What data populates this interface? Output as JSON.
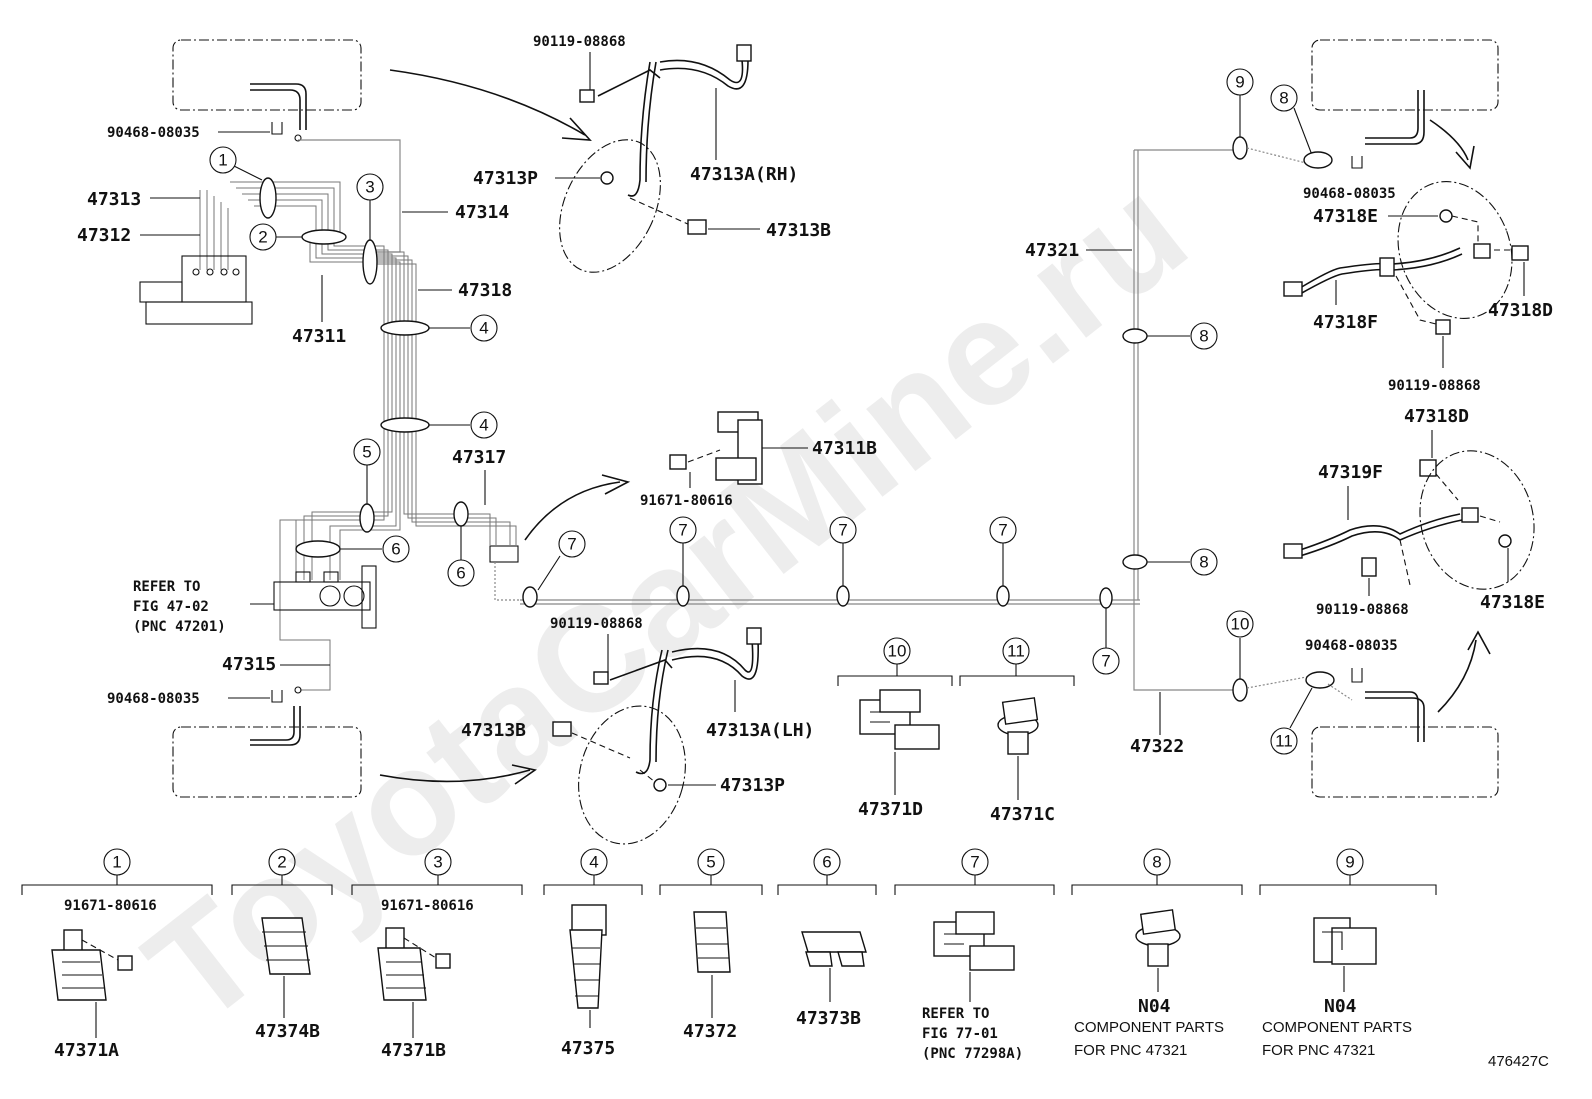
{
  "watermark": "ToyotaCarMine.ru",
  "figure_id": "476427C",
  "part_labels": {
    "p90119_08868_top": "90119-08868",
    "p90468_08035_left_top": "90468-08035",
    "p47313": "47313",
    "p47312": "47312",
    "p47314": "47314",
    "p47318": "47318",
    "p47311": "47311",
    "p47313P_top": "47313P",
    "p47313A_RH": "47313A(RH)",
    "p47313B_top": "47313B",
    "p47317": "47317",
    "p47311B": "47311B",
    "p91671_80616_mid": "91671-80616",
    "p47315": "47315",
    "p90468_08035_left_bottom": "90468-08035",
    "p90119_08868_bottom": "90119-08868",
    "p47313B_bottom": "47313B",
    "p47313A_LH": "47313A(LH)",
    "p47313P_bottom": "47313P",
    "p47371D": "47371D",
    "p47371C": "47371C",
    "p47321": "47321",
    "p47322": "47322",
    "p90468_08035_right_top": "90468-08035",
    "p47318E_top": "47318E",
    "p47318D_top": "47318D",
    "p47318F": "47318F",
    "p90119_08868_right_top": "90119-08868",
    "p47318D_mid": "47318D",
    "p47319F": "47319F",
    "p90119_08868_right_mid": "90119-08868",
    "p47318E_bottom": "47318E",
    "p90468_08035_right_bottom": "90468-08035"
  },
  "refer_left": [
    "REFER TO",
    "FIG 47-02",
    "(PNC 47201)"
  ],
  "callouts": {
    "c1": "1",
    "c2": "2",
    "c3": "3",
    "c4a": "4",
    "c4b": "4",
    "c5": "5",
    "c6": "6",
    "c7a": "7",
    "c7b": "7",
    "c7c": "7",
    "c7d": "7",
    "c7e": "7",
    "c8a": "8",
    "c8b": "8",
    "c8c": "8",
    "c9": "9",
    "c10a": "10",
    "c10b": "10",
    "c11a": "11",
    "c11b": "11"
  },
  "legend": [
    {
      "num": "1",
      "sub": "91671-80616",
      "part": "47371A"
    },
    {
      "num": "2",
      "sub": "",
      "part": "47374B"
    },
    {
      "num": "3",
      "sub": "91671-80616",
      "part": "47371B"
    },
    {
      "num": "4",
      "sub": "",
      "part": "47375"
    },
    {
      "num": "5",
      "sub": "",
      "part": "47372"
    },
    {
      "num": "6",
      "sub": "",
      "part": "47373B"
    },
    {
      "num": "7",
      "sub": "",
      "part": "",
      "refer": [
        "REFER TO",
        "FIG 77-01",
        "(PNC 77298A)"
      ]
    },
    {
      "num": "8",
      "sub": "",
      "part": "N04",
      "note": [
        "COMPONENT PARTS",
        "FOR PNC 47321"
      ]
    },
    {
      "num": "9",
      "sub": "",
      "part": "N04",
      "note": [
        "COMPONENT PARTS",
        "FOR PNC 47321"
      ]
    }
  ]
}
